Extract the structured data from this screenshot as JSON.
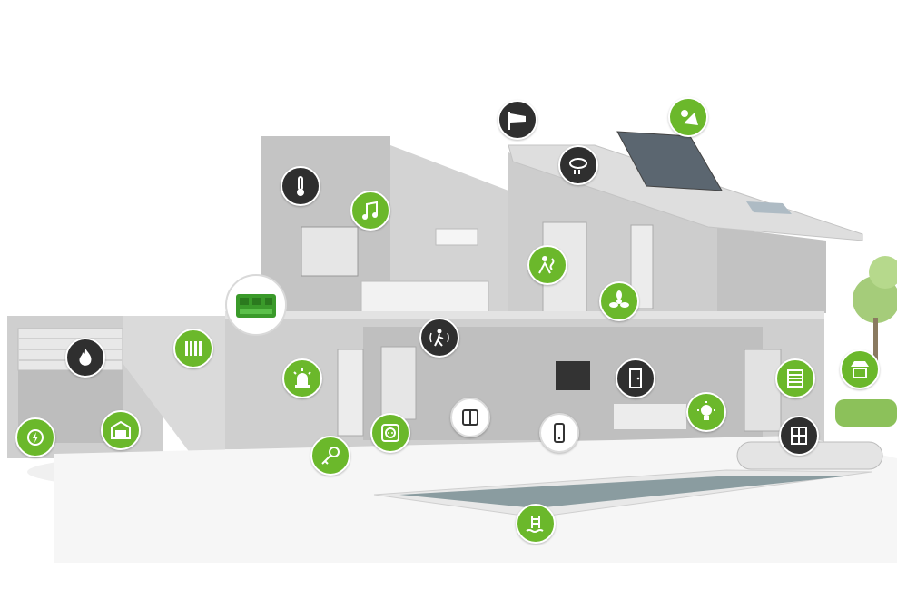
{
  "colors": {
    "green": "#6bb82b",
    "dark": "#2f2f2f",
    "white": "#ffffff",
    "wall": "#c8c8c8",
    "wall_dark": "#a9a9a9",
    "pool": "#8a9ca0"
  },
  "icons": [
    {
      "id": "wind",
      "name": "windsock-icon",
      "style": "dark"
    },
    {
      "id": "sun",
      "name": "sun-shade-icon",
      "style": "green"
    },
    {
      "id": "rain",
      "name": "rain-cloud-icon",
      "style": "dark"
    },
    {
      "id": "thermo",
      "name": "thermometer-icon",
      "style": "dark"
    },
    {
      "id": "music",
      "name": "music-note-icon",
      "style": "green"
    },
    {
      "id": "hvac",
      "name": "air-flow-person-icon",
      "style": "green"
    },
    {
      "id": "fan",
      "name": "fan-icon",
      "style": "green"
    },
    {
      "id": "radiator",
      "name": "radiator-icon",
      "style": "green"
    },
    {
      "id": "motion",
      "name": "motion-sensor-icon",
      "style": "dark"
    },
    {
      "id": "fire",
      "name": "fire-icon",
      "style": "dark"
    },
    {
      "id": "alarm",
      "name": "alarm-siren-icon",
      "style": "green"
    },
    {
      "id": "door",
      "name": "door-icon",
      "style": "dark"
    },
    {
      "id": "blind",
      "name": "window-blind-icon",
      "style": "green"
    },
    {
      "id": "awning",
      "name": "awning-icon",
      "style": "green"
    },
    {
      "id": "light",
      "name": "light-bulb-icon",
      "style": "green"
    },
    {
      "id": "switch",
      "name": "wall-switch-icon",
      "style": "white"
    },
    {
      "id": "phone",
      "name": "smartphone-icon",
      "style": "white"
    },
    {
      "id": "socket",
      "name": "power-socket-icon",
      "style": "green"
    },
    {
      "id": "key",
      "name": "key-icon",
      "style": "green"
    },
    {
      "id": "garage",
      "name": "garage-icon",
      "style": "green"
    },
    {
      "id": "ev",
      "name": "ev-charger-icon",
      "style": "green"
    },
    {
      "id": "window",
      "name": "window-icon",
      "style": "dark"
    },
    {
      "id": "pool",
      "name": "pool-ladder-icon",
      "style": "green"
    }
  ]
}
